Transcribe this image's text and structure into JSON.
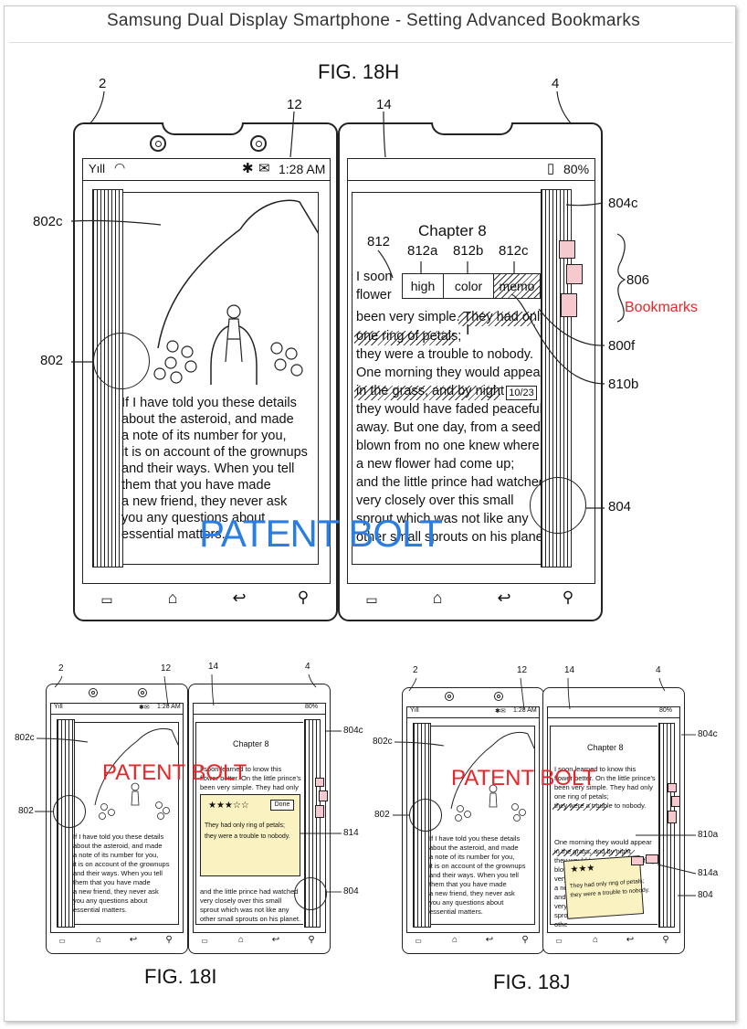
{
  "header": {
    "title": "Samsung Dual Display Smartphone - Setting Advanced Bookmarks"
  },
  "figures": {
    "main": "FIG. 18H",
    "left": "FIG. 18I",
    "right": "FIG. 18J"
  },
  "labels": {
    "phone_left": "2",
    "phone_right": "4",
    "screen_left": "12",
    "screen_right": "14",
    "page_left": "802c",
    "page_right": "804c",
    "book_left": "802",
    "book_right": "804",
    "menu": "812",
    "menu_high": "812a",
    "menu_color": "812b",
    "menu_memo": "812c",
    "tabs": "806",
    "tabs_caption": "Bookmarks",
    "tab_800f": "800f",
    "highlight": "810b",
    "memo_note": "814",
    "highlight_18j": "810a",
    "memo_18j": "814a"
  },
  "status": {
    "signal": "Yıll",
    "time": "1:28 AM",
    "battery": "80%"
  },
  "left_page": {
    "lines": [
      "If I have told you these details",
      "about the asteroid, and made",
      "a note of its number for you,",
      "it is on account of the grownups",
      "and their ways. When you tell",
      "them that you have made",
      "a new friend, they never ask",
      "you any questions about",
      "essential matters."
    ]
  },
  "right_page": {
    "chapter": "Chapter 8",
    "lines_a": [
      "I soon",
      "flower"
    ],
    "lines": [
      "been very simple. They had only",
      "one ring of petals;",
      "they were a trouble to nobody.",
      "One morning they would appear",
      "in the grass, and by night",
      "they would have faded peacefully",
      "away. But one day, from a seed",
      "blown from no one knew where,",
      "a new flower had come up;",
      "and the little prince had watched",
      "very closely over this small",
      "sprout which was not like any",
      "other small sprouts on his planet."
    ],
    "date_tag": "10/23",
    "cursor": "I"
  },
  "menu": {
    "high": "high",
    "color": "color",
    "memo": "memo"
  },
  "fig_18i": {
    "lines_top": [
      "I soon learned to know this",
      "flower better. On the little prince's",
      "been very simple. They had only"
    ],
    "stars": "★★★☆☆",
    "done": "Done",
    "memo_lines": [
      "They had only ring of petals;",
      "they were a trouble to nobody."
    ],
    "lines_bottom": [
      "and the little prince had watched",
      "very closely over this small",
      "sprout which was not like any",
      "other small sprouts on his planet."
    ]
  },
  "fig_18j": {
    "lines": [
      "I soon learned to know this",
      "flower better. On the little prince's",
      "been very simple. They had only",
      "one ring of petals;",
      "they were a trouble to nobody.",
      "One morning they would appear",
      "in the grass, and by night",
      "they would have faded peacefully",
      "blow",
      "very",
      "a ne",
      "and",
      "very",
      "spro",
      "othe"
    ],
    "stars": "★★★",
    "memo_lines": [
      "They had only ring of petals;",
      "they were a trouble to nobody."
    ]
  },
  "watermark": "PATENT BOLT",
  "colors": {
    "watermark_blue": "#2a7de1",
    "watermark_red": "#e8262a",
    "tab_pink": "#f6c9cf",
    "memo_yellow": "#fbf2c2"
  }
}
